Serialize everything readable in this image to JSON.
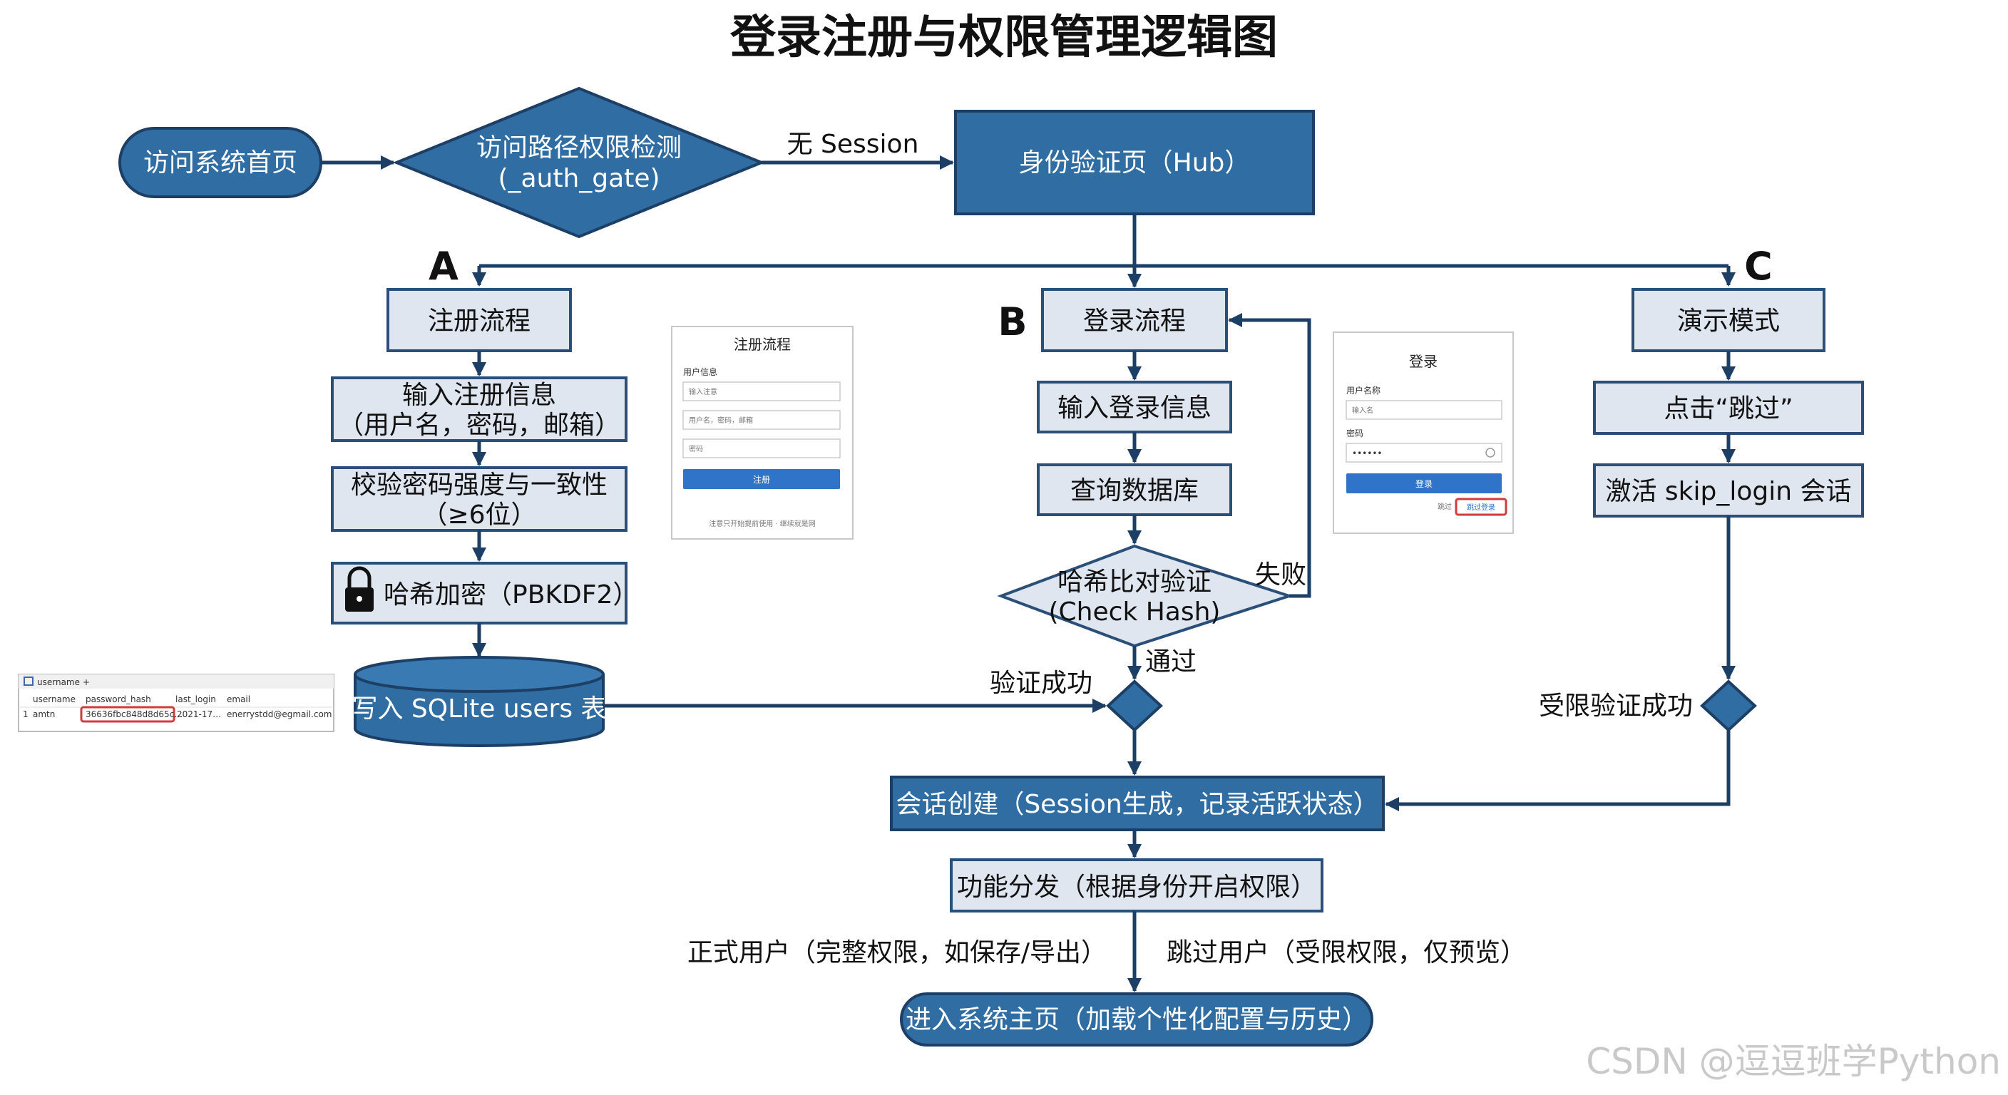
{
  "title": "登录注册与权限管理逻辑图",
  "sections": {
    "a": "A",
    "b": "B",
    "c": "C"
  },
  "nodes": {
    "visit_home": "访问系统首页",
    "auth_gate_1": "访问路径权限检测",
    "auth_gate_2": "(_auth_gate)",
    "hub": "身份验证页（Hub）",
    "register_flow": "注册流程",
    "input_register_1": "输入注册信息",
    "input_register_2": "（用户名，密码，邮箱）",
    "check_password_1": "校验密码强度与一致性",
    "check_password_2": "（≥6位）",
    "hash_encrypt": "哈希加密（PBKDF2）",
    "write_db": "写入 SQLite users 表",
    "login_flow": "登录流程",
    "input_login": "输入登录信息",
    "query_db": "查询数据库",
    "hash_compare_1": "哈希比对验证",
    "hash_compare_2": "(Check Hash)",
    "demo_mode": "演示模式",
    "click_skip": "点击“跳过”",
    "activate_skip": "激活 skip_login 会话",
    "session_create": "会话创建（Session生成，记录活跃状态）",
    "dispatch": "功能分发（根据身份开启权限）",
    "enter_home": "进入系统主页（加载个性化配置与历史）"
  },
  "edge_labels": {
    "no_session": "无 Session",
    "fail": "失败",
    "pass": "通过",
    "verify_success": "验证成功",
    "restricted_success": "受限验证成功",
    "formal_user": "正式用户（完整权限，如保存/导出）",
    "skip_user": "跳过用户（受限权限，仅预览）"
  },
  "register_form": {
    "title": "注册流程",
    "section": "用户信息",
    "field_1": "输入注意",
    "field_2": "用户名，密码，邮箱",
    "field_3": "密码",
    "button": "注册",
    "footer": "注意只开始提前使用 · 继续就是网"
  },
  "login_form": {
    "title": "登录",
    "user_label": "用户名称",
    "user_placeholder": "输入名",
    "pwd_label": "密码",
    "pwd_value": "••••••",
    "button": "登录",
    "skip_prefix": "跳过",
    "skip_link": "跳过登录"
  },
  "db_table": {
    "tab": "username",
    "columns": [
      "username",
      "password_hash",
      "last_login",
      "email"
    ],
    "row_num": "1",
    "row": [
      "amtn",
      "36636fbc848d8d65c…",
      "2021-17…",
      "enerrystdd@egmail.com"
    ]
  },
  "watermark": "CSDN @逗逗班学Python",
  "colors": {
    "node_dark": "#2f6da3",
    "node_light": "#dfe6f0",
    "edge": "#1d3f66",
    "form_button": "#2f74c9",
    "highlight": "#d23b3b"
  }
}
